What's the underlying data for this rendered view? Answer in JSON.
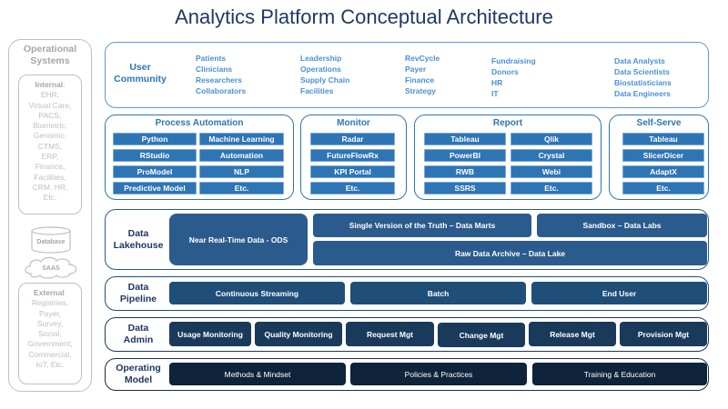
{
  "title": "Analytics Platform Conceptual Architecture",
  "operational_systems": {
    "title_line1": "Operational",
    "title_line2": "Systems",
    "internal": {
      "heading": "Internal",
      "items": [
        "EHR,",
        "Virtual Care,",
        "PACS,",
        "Biometric,",
        "Genomic,",
        "CTMS,",
        "ERP,",
        "Finance,",
        "Facilities,",
        "CRM, HR,",
        "Etc."
      ]
    },
    "database_label": "Database",
    "saas_label": "SAAS",
    "external": {
      "heading": "External",
      "items": [
        "Registries,",
        "Payer,",
        "Survey,",
        "Social,",
        "Government,",
        "Commercial,",
        "IoT, Etc."
      ]
    }
  },
  "user_community": {
    "label_line1": "User",
    "label_line2": "Community",
    "columns": [
      [
        "Patients",
        "Clinicians",
        "Researchers",
        "Collaborators"
      ],
      [
        "Leadership",
        "Operations",
        "Supply Chain",
        "Facilities"
      ],
      [
        "RevCycle",
        "Payer",
        "Finance",
        "Strategy"
      ],
      [
        "Fundraising",
        "Donors",
        "HR",
        "IT"
      ],
      [
        "Data Analysts",
        "Data Scientists",
        "Biostatisticians",
        "Data Engineers"
      ]
    ]
  },
  "process_automation": {
    "title": "Process Automation",
    "items": [
      "Python",
      "Machine Learning",
      "RStudio",
      "Automation",
      "ProModel",
      "NLP",
      "Predictive Model",
      "Etc."
    ]
  },
  "monitor": {
    "title": "Monitor",
    "items": [
      "Radar",
      "FutureFlowRx",
      "KPI Portal",
      "Etc."
    ]
  },
  "report": {
    "title": "Report",
    "items": [
      "Tableau",
      "Qlik",
      "PowerBI",
      "Crystal",
      "RWB",
      "Webi",
      "SSRS",
      "Etc."
    ]
  },
  "self_serve": {
    "title": "Self-Serve",
    "items": [
      "Tableau",
      "SlicerDicer",
      "AdaptX",
      "Etc."
    ]
  },
  "data_lakehouse": {
    "label_line1": "Data",
    "label_line2": "Lakehouse",
    "ods": "Near Real-Time Data - ODS",
    "marts": "Single Version of the Truth – Data Marts",
    "labs": "Sandbox – Data Labs",
    "lake": "Raw Data Archive – Data Lake"
  },
  "data_pipeline": {
    "label_line1": "Data",
    "label_line2": "Pipeline",
    "items": [
      "Continuous Streaming",
      "Batch",
      "End User"
    ]
  },
  "data_admin": {
    "label_line1": "Data",
    "label_line2": "Admin",
    "items": [
      "Usage Monitoring",
      "Quality Monitoring",
      "Request Mgt",
      "Change Mgt",
      "Release Mgt",
      "Provision Mgt"
    ]
  },
  "operating_model": {
    "label_line1": "Operating",
    "label_line2": "Model",
    "items": [
      "Methods & Mindset",
      "Policies & Practices",
      "Training & Education"
    ]
  }
}
